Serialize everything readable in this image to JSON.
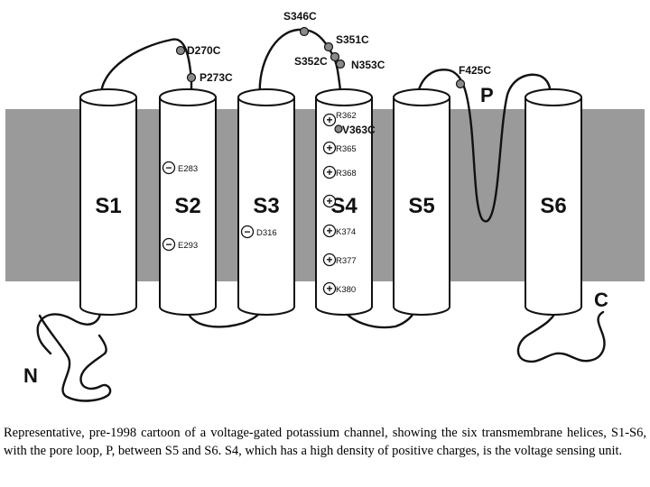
{
  "helices": [
    {
      "id": "S1",
      "label": "S1"
    },
    {
      "id": "S2",
      "label": "S2"
    },
    {
      "id": "S3",
      "label": "S3"
    },
    {
      "id": "S4",
      "label": "S4"
    },
    {
      "id": "S5",
      "label": "S5"
    },
    {
      "id": "S6",
      "label": "S6"
    }
  ],
  "residue_labels": {
    "d270c": "D270C",
    "p273c": "P273C",
    "s346c": "S346C",
    "s351c": "S351C",
    "s352c": "S352C",
    "n353c": "N353C",
    "f425c": "F425C",
    "v363c": "V363C"
  },
  "charges": {
    "e283": {
      "sign": "−",
      "label": "E283"
    },
    "e293": {
      "sign": "−",
      "label": "E293"
    },
    "d316": {
      "sign": "−",
      "label": "D316"
    },
    "r362": {
      "sign": "+",
      "label": "R362"
    },
    "r365": {
      "sign": "+",
      "label": "R365"
    },
    "r368": {
      "sign": "+",
      "label": "R368"
    },
    "r371": {
      "sign": "+",
      "label": ""
    },
    "k374": {
      "sign": "+",
      "label": "K374"
    },
    "r377": {
      "sign": "+",
      "label": "R377"
    },
    "k380": {
      "sign": "+",
      "label": "K380"
    }
  },
  "pore_loop_label": "P",
  "n_terminus_label": "N",
  "c_terminus_label": "C",
  "colors": {
    "membrane": "#9a9a9a",
    "helix_fill": "#ffffff",
    "stroke": "#111111",
    "residue_dot": "#8a8a8a"
  },
  "caption": "Representative, pre-1998 cartoon of a voltage-gated potassium channel, showing the six transmembrane helices, S1-S6, with the pore loop, P, between S5 and S6. S4, which has a high density of positive charges, is the voltage sensing unit."
}
